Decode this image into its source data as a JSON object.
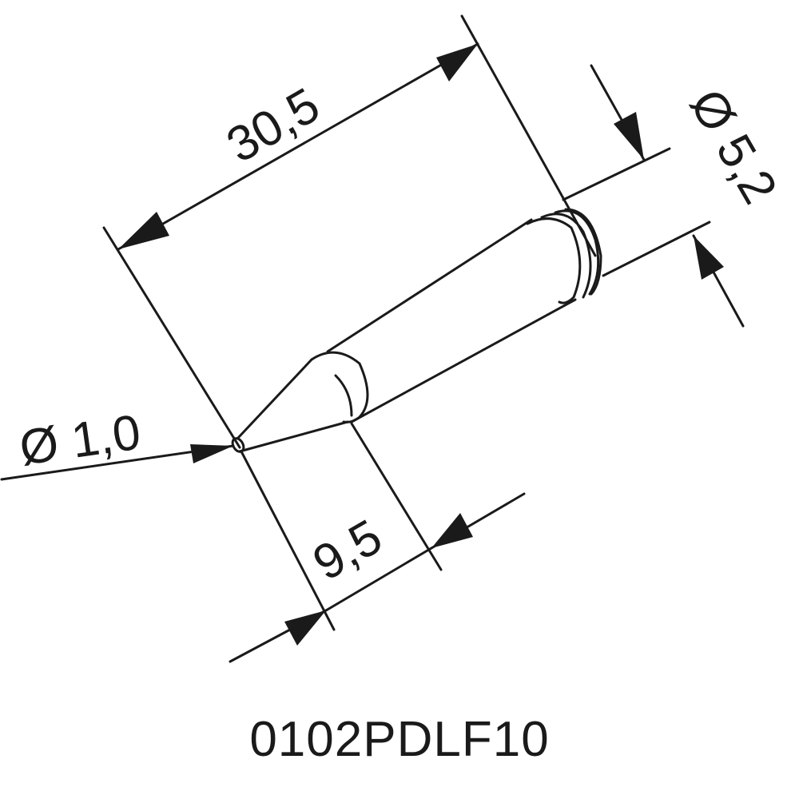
{
  "dimensions": {
    "overall_length": "30,5",
    "tip_length": "9,5",
    "shank_diameter": "Ø 5,2",
    "tip_diameter": "Ø 1,0"
  },
  "part_number": "0102PDLF10",
  "colors": {
    "line": "#1a1a1a",
    "background": "#ffffff"
  }
}
